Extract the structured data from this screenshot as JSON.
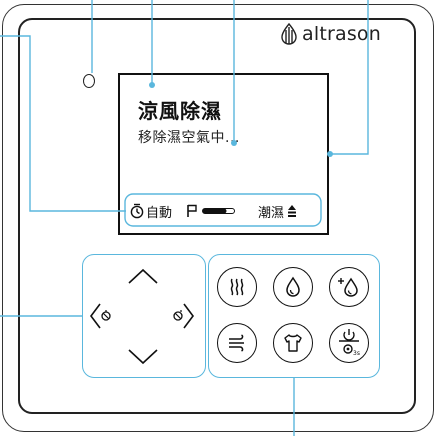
{
  "brand": {
    "name": "altrason"
  },
  "screen": {
    "mode_title": "涼風除濕",
    "mode_description": "移除濕空氣中...",
    "status": {
      "timer_label": "自動",
      "fan_flag_icon": "flag-icon",
      "humidity_label": "潮濕"
    }
  },
  "direction_pad": {
    "up_icon": "chevron-up-icon",
    "down_icon": "chevron-down-icon",
    "left_icon": "decrease-icon",
    "right_icon": "increase-icon"
  },
  "function_buttons": [
    {
      "name": "heat-waves-button",
      "icon": "heat-waves-icon"
    },
    {
      "name": "droplet-button",
      "icon": "droplet-icon"
    },
    {
      "name": "plus-droplet-button",
      "icon": "plus-droplet-icon"
    },
    {
      "name": "wind-button",
      "icon": "wind-icon"
    },
    {
      "name": "laundry-button",
      "icon": "shirt-icon"
    },
    {
      "name": "power-button",
      "icon": "power-icon"
    }
  ],
  "colors": {
    "accent": "#5ab7dd",
    "stroke": "#111111",
    "background": "#ffffff"
  }
}
